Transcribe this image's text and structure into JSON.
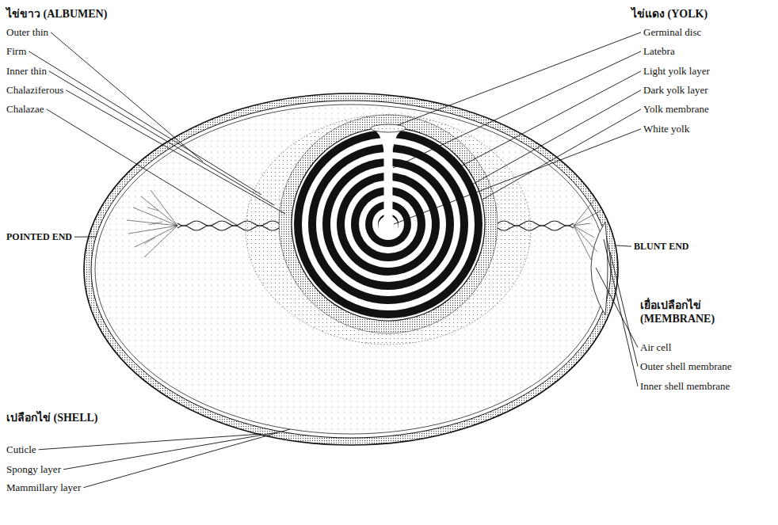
{
  "diagram": {
    "labels": [
      "ไข่ขาว (ALBUMEN)",
      "Outer thin",
      "Firm",
      "Inner thin",
      "Chalaziferous",
      "Chalazae",
      "POINTED END",
      "ไข่แดง (YOLK)",
      "Germinal disc",
      "Latebra",
      "Light yolk layer",
      "Dark yolk layer",
      "Yolk membrane",
      "White yolk",
      "BLUNT END",
      "เยื่อเปลือกไข่ (MEMBRANE)",
      "Air cell",
      "Outer shell membrane",
      "Inner shell membrane",
      "เปลือกไข่ (SHELL)",
      "Cuticle",
      "Spongy layer",
      "Mammillary layer"
    ]
  }
}
